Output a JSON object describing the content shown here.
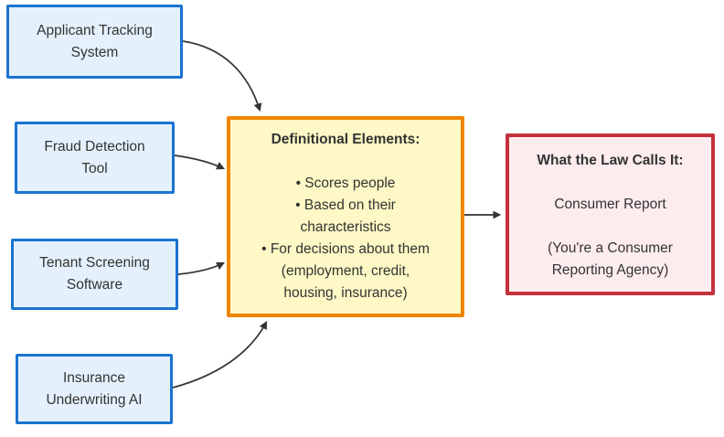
{
  "diagram": {
    "type": "flowchart",
    "sources": [
      {
        "id": "applicant-tracking-system",
        "label": "Applicant Tracking System",
        "lines": [
          "Applicant Tracking",
          "System"
        ]
      },
      {
        "id": "fraud-detection-tool",
        "label": "Fraud Detection Tool",
        "lines": [
          "Fraud Detection",
          "Tool"
        ]
      },
      {
        "id": "tenant-screening-software",
        "label": "Tenant Screening Software",
        "lines": [
          "Tenant Screening",
          "Software"
        ]
      },
      {
        "id": "insurance-underwriting-ai",
        "label": "Insurance Underwriting AI",
        "lines": [
          "Insurance",
          "Underwriting AI"
        ]
      }
    ],
    "definition_box": {
      "title": "Definitional Elements:",
      "lines": [
        "",
        "• Scores people",
        "• Based on their",
        "characteristics",
        "• For decisions about them",
        "(employment, credit,",
        "housing, insurance)"
      ]
    },
    "law_box": {
      "title": "What the Law Calls It:",
      "lines": [
        "",
        "Consumer Report",
        "",
        "(You're a Consumer",
        "Reporting Agency)"
      ]
    },
    "edges": [
      {
        "from": "applicant-tracking-system",
        "to": "definitional-elements"
      },
      {
        "from": "fraud-detection-tool",
        "to": "definitional-elements"
      },
      {
        "from": "tenant-screening-software",
        "to": "definitional-elements"
      },
      {
        "from": "insurance-underwriting-ai",
        "to": "definitional-elements"
      },
      {
        "from": "definitional-elements",
        "to": "what-the-law-calls-it"
      }
    ],
    "colors": {
      "source_fill": "#e4f1fd",
      "source_border": "#1a73d1",
      "definition_fill": "#fdf8c5",
      "definition_border": "#ef8500",
      "law_fill": "#fdecee",
      "law_border": "#c4313c",
      "arrow": "#333333",
      "text": "#333333"
    }
  }
}
